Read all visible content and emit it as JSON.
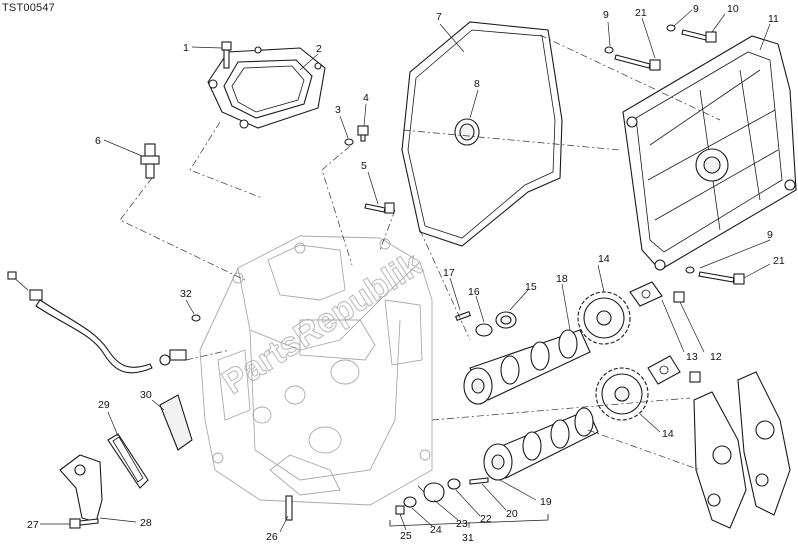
{
  "diagram": {
    "code": "TST00547",
    "watermark": "PartsRepublik",
    "labels": [
      {
        "id": "1",
        "text": "1"
      },
      {
        "id": "2",
        "text": "2"
      },
      {
        "id": "3",
        "text": "3"
      },
      {
        "id": "4",
        "text": "4"
      },
      {
        "id": "5",
        "text": "5"
      },
      {
        "id": "6",
        "text": "6"
      },
      {
        "id": "7",
        "text": "7"
      },
      {
        "id": "8",
        "text": "8"
      },
      {
        "id": "9a",
        "text": "9"
      },
      {
        "id": "9b",
        "text": "9"
      },
      {
        "id": "9c",
        "text": "9"
      },
      {
        "id": "10",
        "text": "10"
      },
      {
        "id": "11",
        "text": "11"
      },
      {
        "id": "12",
        "text": "12"
      },
      {
        "id": "13",
        "text": "13"
      },
      {
        "id": "14a",
        "text": "14"
      },
      {
        "id": "14b",
        "text": "14"
      },
      {
        "id": "15",
        "text": "15"
      },
      {
        "id": "16",
        "text": "16"
      },
      {
        "id": "17",
        "text": "17"
      },
      {
        "id": "18",
        "text": "18"
      },
      {
        "id": "19",
        "text": "19"
      },
      {
        "id": "20",
        "text": "20"
      },
      {
        "id": "21a",
        "text": "21"
      },
      {
        "id": "21b",
        "text": "21"
      },
      {
        "id": "22",
        "text": "22"
      },
      {
        "id": "23",
        "text": "23"
      },
      {
        "id": "24",
        "text": "24"
      },
      {
        "id": "25",
        "text": "25"
      },
      {
        "id": "26",
        "text": "26"
      },
      {
        "id": "27",
        "text": "27"
      },
      {
        "id": "28",
        "text": "28"
      },
      {
        "id": "29",
        "text": "29"
      },
      {
        "id": "30",
        "text": "30"
      },
      {
        "id": "31",
        "text": "31"
      },
      {
        "id": "32",
        "text": "32"
      }
    ]
  }
}
